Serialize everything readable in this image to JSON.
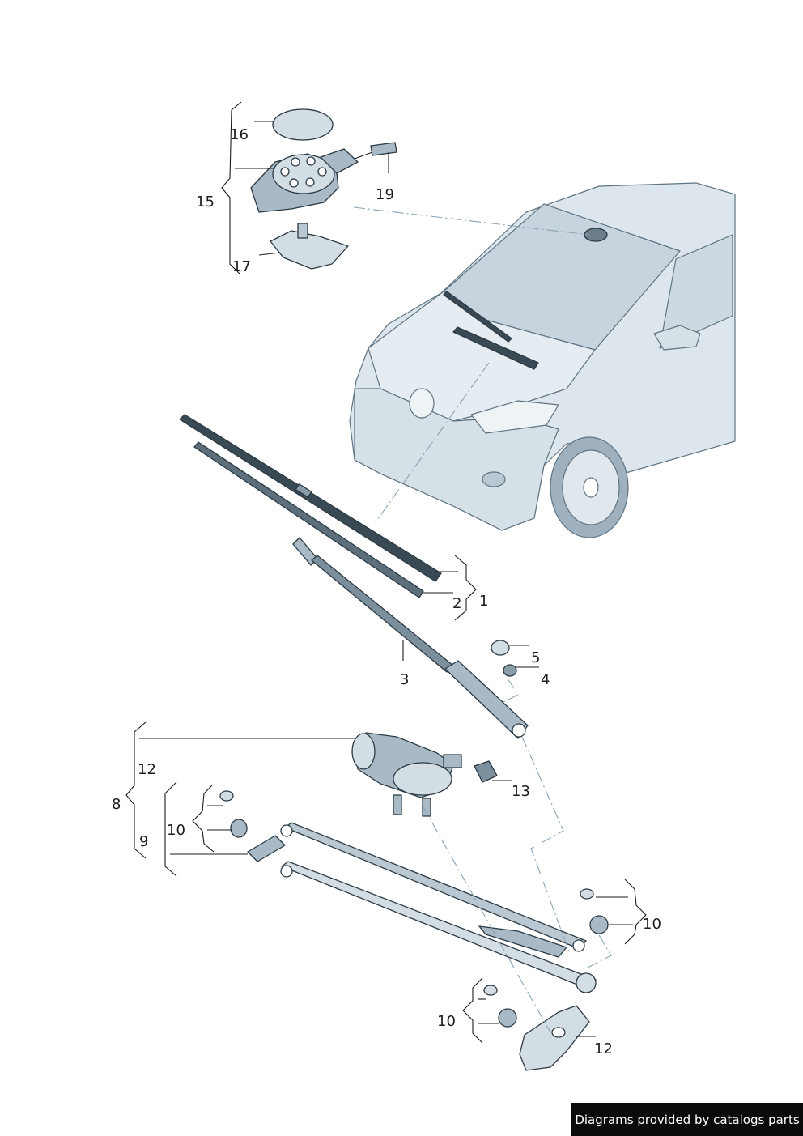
{
  "parts": [
    {
      "number": "1"
    },
    {
      "number": "2"
    },
    {
      "number": "3"
    },
    {
      "number": "4"
    },
    {
      "number": "5"
    },
    {
      "number": "8"
    },
    {
      "number": "9"
    },
    {
      "number": "10"
    },
    {
      "number": "10"
    },
    {
      "number": "10"
    },
    {
      "number": "10"
    },
    {
      "number": "12"
    },
    {
      "number": "12"
    },
    {
      "number": "13"
    },
    {
      "number": "15"
    },
    {
      "number": "16"
    },
    {
      "number": "17"
    },
    {
      "number": "19"
    }
  ],
  "credit": "Diagrams provided by catalogs parts",
  "colors": {
    "part_fill": "#d3dde4",
    "part_shade": "#a9bac6",
    "car_fill": "#dde6ec",
    "glass_fill": "#c7d4dd",
    "line": "#1c1c1c",
    "dashed_leader": "#8aa3b5",
    "credit_bg": "#0b0b0b"
  }
}
